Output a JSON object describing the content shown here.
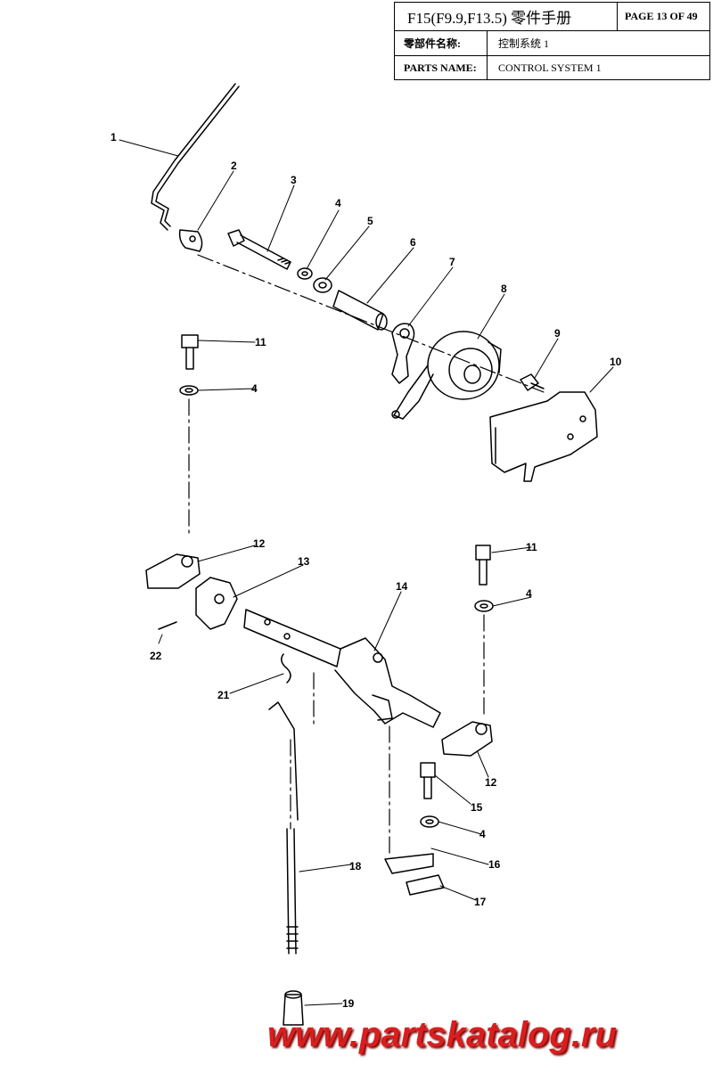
{
  "title_block": {
    "title": "F15(F9.9,F13.5) 零件手册",
    "page": "PAGE 13 OF 49",
    "name_label_cn": "零部件名称:",
    "name_value_cn": "控制系统 1",
    "name_label_en": "PARTS NAME:",
    "name_value_en": "CONTROL SYSTEM 1"
  },
  "callouts": [
    "1",
    "2",
    "3",
    "4",
    "5",
    "6",
    "7",
    "8",
    "9",
    "10",
    "11",
    "4",
    "12",
    "13",
    "22",
    "14",
    "11",
    "4",
    "21",
    "12",
    "15",
    "4",
    "18",
    "16",
    "17",
    "19"
  ],
  "watermark": "www.partskatalog.ru"
}
